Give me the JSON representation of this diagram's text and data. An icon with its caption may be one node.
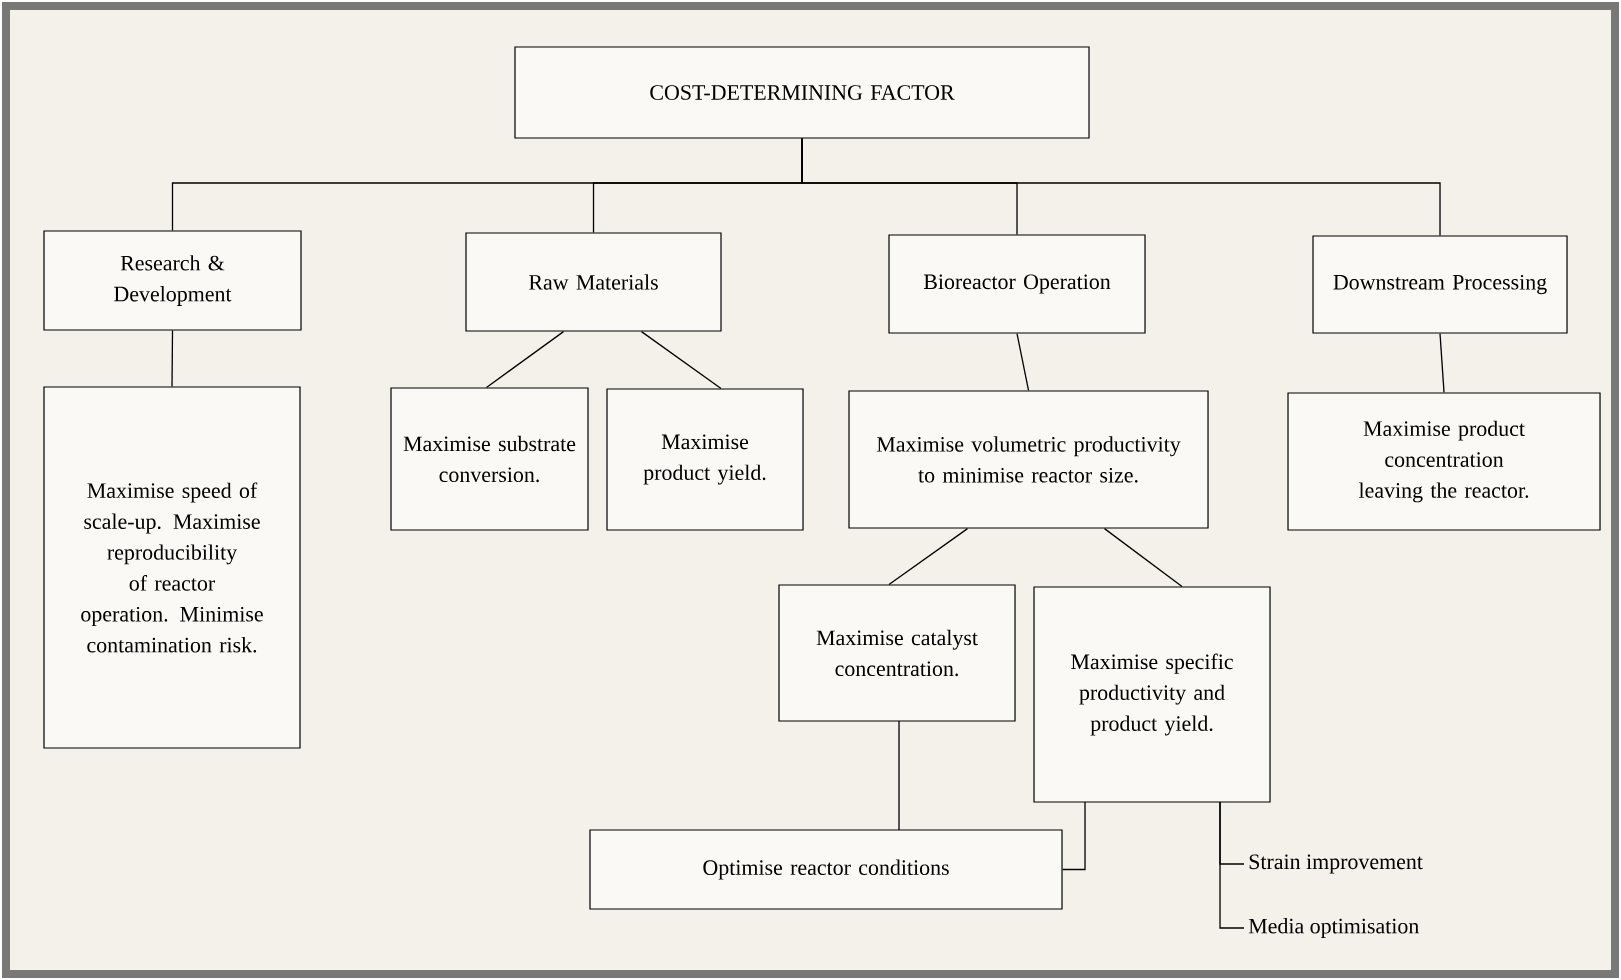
{
  "diagram": {
    "nodes": [
      {
        "text": [
          "COST-DETERMINING FACTOR"
        ]
      },
      {
        "text": [
          "Research & Development"
        ]
      },
      {
        "text": [
          "Raw Materials"
        ]
      },
      {
        "text": [
          "Bioreactor Operation"
        ]
      },
      {
        "text": [
          "Downstream Processing"
        ]
      },
      {
        "text": [
          "Maximise speed of scale-up. Maximise reproducibility of reactor operation. Minimise contamination risk."
        ]
      },
      {
        "text": [
          "Maximise substrate conversion."
        ]
      },
      {
        "text": [
          "Maximise product yield."
        ]
      },
      {
        "text": [
          "Maximise volumetric productivity to minimise reactor size."
        ]
      },
      {
        "text": [
          "Maximise product concentration leaving the reactor."
        ]
      },
      {
        "text": [
          "Maximise catalyst concentration."
        ]
      },
      {
        "text": [
          "Maximise specific productivity and product yield."
        ]
      },
      {
        "text": [
          "Optimise reactor conditions"
        ]
      },
      {
        "text": [
          "Strain improvement"
        ]
      },
      {
        "text": [
          "Media optimisation"
        ]
      }
    ],
    "edges": [
      {
        "from": 0,
        "to": 1,
        "arrow": "none"
      },
      {
        "from": 0,
        "to": 2,
        "arrow": "none"
      },
      {
        "from": 0,
        "to": 3,
        "arrow": "none"
      },
      {
        "from": 0,
        "to": 4,
        "arrow": "none"
      },
      {
        "from": 1,
        "to": 5,
        "arrow": "none"
      },
      {
        "from": 2,
        "to": 6,
        "arrow": "none"
      },
      {
        "from": 2,
        "to": 7,
        "arrow": "none"
      },
      {
        "from": 3,
        "to": 8,
        "arrow": "none"
      },
      {
        "from": 4,
        "to": 9,
        "arrow": "none"
      },
      {
        "from": 8,
        "to": 10,
        "arrow": "none"
      },
      {
        "from": 8,
        "to": 11,
        "arrow": "none"
      },
      {
        "from": 10,
        "to": 12,
        "arrow": "none"
      },
      {
        "from": 11,
        "to": 12,
        "arrow": "none"
      },
      {
        "from": 11,
        "to": 13,
        "arrow": "none"
      },
      {
        "from": 11,
        "to": 14,
        "arrow": "none"
      }
    ]
  }
}
